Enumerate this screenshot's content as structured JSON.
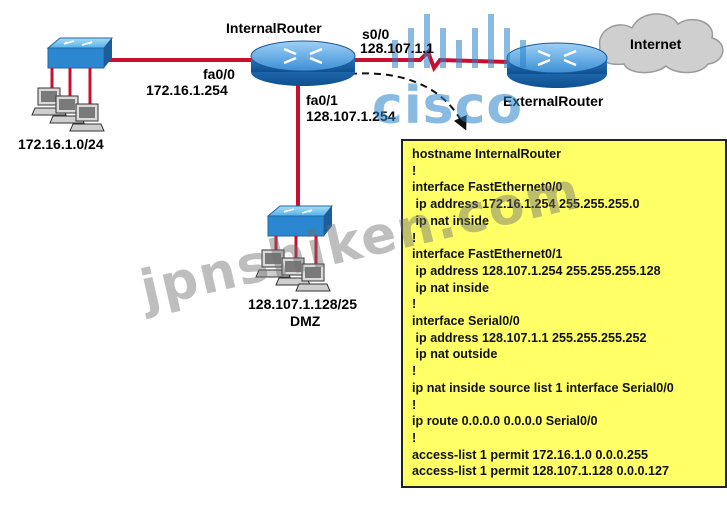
{
  "devices": {
    "internal_router": {
      "name": "InternalRouter"
    },
    "external_router": {
      "name": "ExternalRouter"
    },
    "internet": {
      "name": "Internet"
    }
  },
  "interfaces": {
    "fa0_0": {
      "name": "fa0/0",
      "ip": "172.16.1.254"
    },
    "fa0_1": {
      "name": "fa0/1",
      "ip": "128.107.1.254"
    },
    "s0_0": {
      "name": "s0/0",
      "ip": "128.107.1.1"
    }
  },
  "networks": {
    "lan": "172.16.1.0/24",
    "dmz": "128.107.1.128/25",
    "dmz_name": "DMZ"
  },
  "config_lines": [
    "hostname InternalRouter",
    "!",
    "interface FastEthernet0/0",
    " ip address 172.16.1.254 255.255.255.0",
    " ip nat inside",
    "!",
    "interface FastEthernet0/1",
    " ip address 128.107.1.254 255.255.255.128",
    " ip nat inside",
    "!",
    "interface Serial0/0",
    " ip address 128.107.1.1 255.255.255.252",
    " ip nat outside",
    "!",
    "ip nat inside source list 1 interface Serial0/0",
    "!",
    "ip route 0.0.0.0 0.0.0.0 Serial0/0",
    "!",
    "access-list 1 permit 172.16.1.0 0.0.0.255",
    "access-list 1 permit 128.107.1.128 0.0.0.127"
  ],
  "watermarks": {
    "site": "jpnshiken.com",
    "logo": "cisco"
  },
  "colors": {
    "link": "#c8102e",
    "router": "#1e6fb8",
    "switch": "#3aa0e0",
    "config_bg": "#ffff66"
  }
}
